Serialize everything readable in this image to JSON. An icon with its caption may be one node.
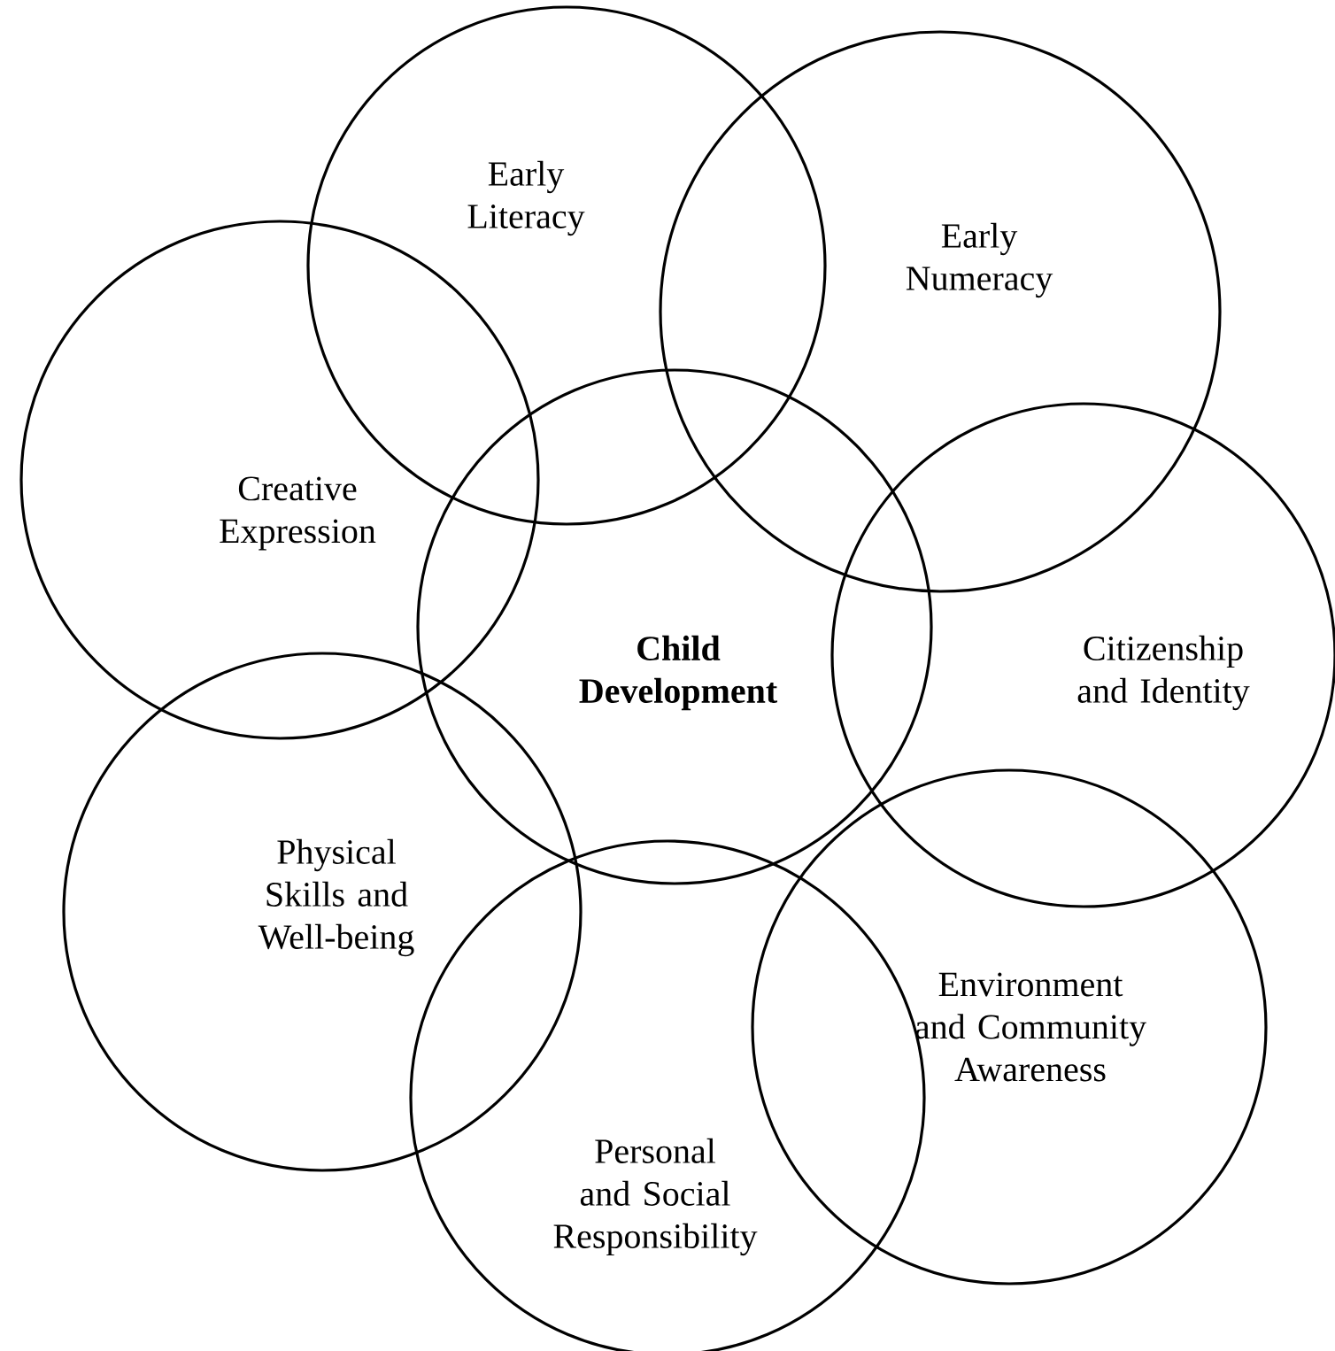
{
  "diagram": {
    "nodes": [
      {
        "text": [
          "Early Literacy"
        ]
      },
      {
        "text": [
          "Early Numeracy"
        ]
      },
      {
        "text": [
          "Creative Expression"
        ]
      },
      {
        "text": [
          "**Child Development**"
        ]
      },
      {
        "text": [
          "Citizenship and Identity"
        ]
      },
      {
        "text": [
          "Physical Skills and Well-being"
        ]
      },
      {
        "text": [
          "Environment and Community Awareness"
        ]
      },
      {
        "text": [
          "Personal and Social Responsibility"
        ]
      }
    ]
  }
}
